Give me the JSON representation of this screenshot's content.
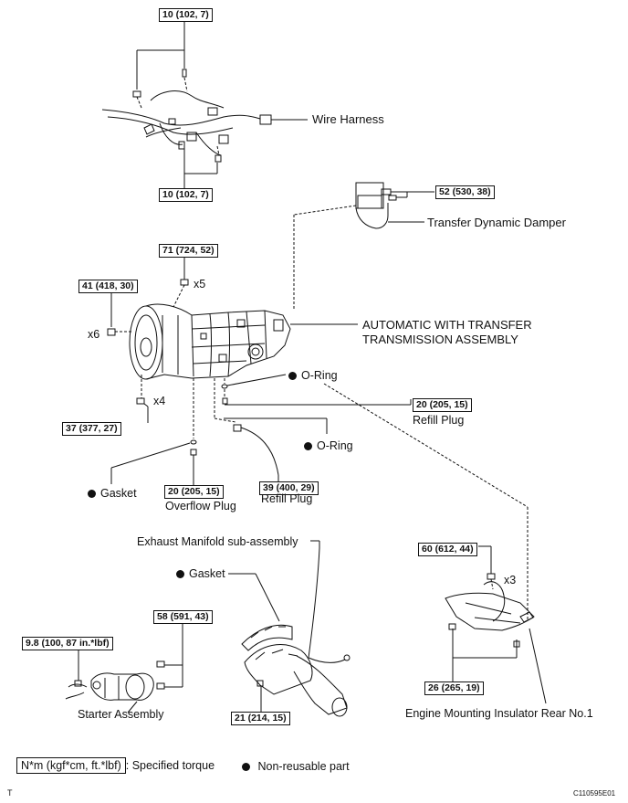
{
  "labels": {
    "wire_harness": "Wire Harness",
    "transfer_dynamic_damper": "Transfer Dynamic Damper",
    "transmission_line1": "AUTOMATIC WITH TRANSFER",
    "transmission_line2": "TRANSMISSION ASSEMBLY",
    "o_ring_upper": "O-Ring",
    "o_ring_lower": "O-Ring",
    "refill_plug_right": "Refill Plug",
    "refill_plug_bottom": "Refill Plug",
    "gasket_left": "Gasket",
    "overflow_plug": "Overflow Plug",
    "exhaust_manifold": "Exhaust Manifold sub-assembly",
    "gasket_exhaust": "Gasket",
    "starter_assembly": "Starter Assembly",
    "engine_mount": "Engine Mounting Insulator Rear No.1"
  },
  "multipliers": {
    "x5": "x5",
    "x6": "x6",
    "x4": "x4",
    "x3": "x3"
  },
  "torque": {
    "harness_top": "10 (102, 7)",
    "harness_bottom": "10 (102, 7)",
    "damper": "52 (530, 38)",
    "t71": "71 (724, 52)",
    "t41": "41 (418, 30)",
    "t37": "37 (377, 27)",
    "refill_right": "20 (205, 15)",
    "overflow": "20 (205, 15)",
    "refill_bottom": "39 (400, 29)",
    "mount_top": "60 (612, 44)",
    "mount_bottom": "26 (265, 19)",
    "starter_top": "58 (591, 43)",
    "starter_left": "9.8 (100, 87 in.*lbf)",
    "exhaust": "21 (214, 15)"
  },
  "legend": {
    "torque_box": "N*m (kgf*cm, ft.*lbf)",
    "torque_text": ": Specified torque",
    "nonreusable_text": "Non-reusable part"
  },
  "footer": {
    "left_mark": "T",
    "figure_id": "C110595E01"
  }
}
